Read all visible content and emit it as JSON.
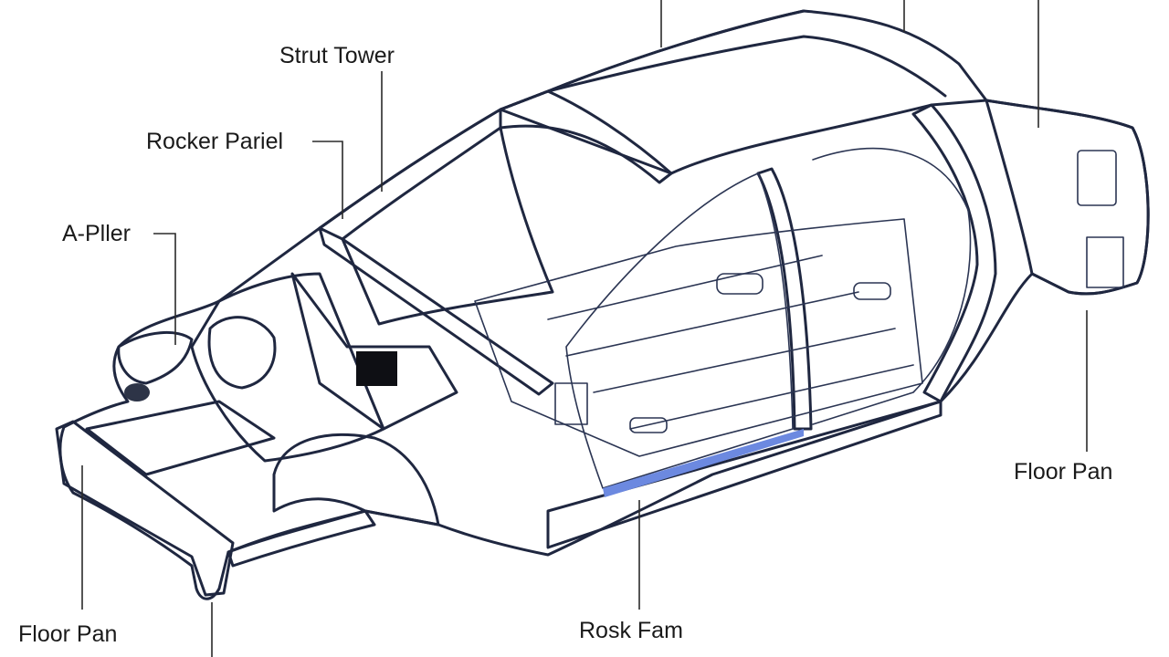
{
  "labels": {
    "strut_tower": "Strut Tower",
    "rocker_panel": "Rocker Pariel",
    "a_pillar": "A-Pller",
    "floor_pan_right": "Floor Pan",
    "floor_pan_left": "Floor Pan",
    "rosk_fam": "Rosk Fam"
  },
  "colors": {
    "panel_fill": "#e3e9f8",
    "panel_shade": "#b9c8ef",
    "panel_deep": "#8ea6e6",
    "accent_blue": "#3f5fd6",
    "outline": "#1f2740"
  }
}
